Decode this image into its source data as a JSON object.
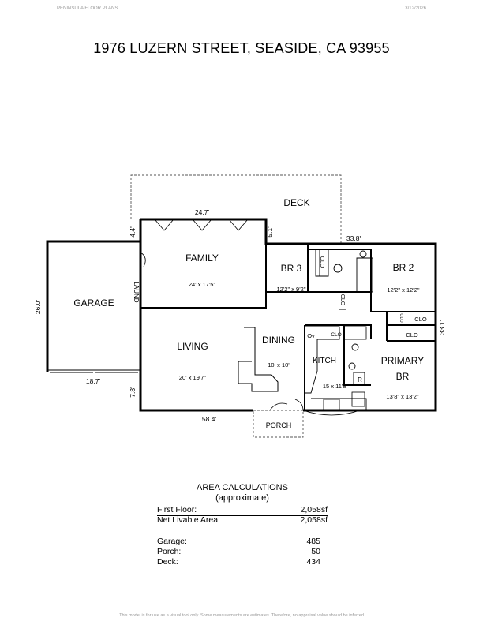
{
  "header": {
    "left": "PENINSULA FLOOR PLANS",
    "right": "3/12/2026"
  },
  "title": "1976 LUZERN STREET, SEASIDE, CA 93955",
  "plan": {
    "rooms": {
      "deck": "DECK",
      "family": "FAMILY",
      "family_dim": "24' x 17'5\"",
      "br3": "BR 3",
      "br3_dim": "12'2\" x 9'2\"",
      "br2": "BR 2",
      "br2_dim": "12'2\" x 12'2\"",
      "garage": "GARAGE",
      "laund": "LAUND",
      "living": "LIVING",
      "living_dim": "20' x 19'7\"",
      "dining": "DINING",
      "dining_dim": "10' x 10'",
      "kitch": "KITCH",
      "kitch_dim": "15 x 11'8\"",
      "primary": "PRIMARY",
      "primary_br": "BR",
      "primary_dim": "13'8\" x 13'2\"",
      "porch": "PORCH"
    },
    "labels": {
      "clo_br3": "CLO",
      "clo_bath": "CLO",
      "clo_1": "CLO",
      "clo_2": "CLO",
      "clo_small": "CLO",
      "clo_kitch": "CLO",
      "oven": "Ov",
      "fridge": "R"
    },
    "dimensions": {
      "d_24_7": "24.7'",
      "d_4_4": "4.4'",
      "d_5_1": "5.1'",
      "d_33_8": "33.8'",
      "d_26_0": "26.0'",
      "d_18_7": "18.7'",
      "d_7_8": "7.8'",
      "d_58_4": "58.4'",
      "d_33_1": "33.1'"
    }
  },
  "area": {
    "title": "AREA CALCULATIONS",
    "subtitle": "(approximate)",
    "rows": [
      {
        "label": "First Floor:",
        "value": "2,058sf"
      },
      {
        "label": "Net Livable Area:",
        "value": "2,058sf"
      },
      {
        "label": "Garage:",
        "value": "485"
      },
      {
        "label": "Porch:",
        "value": "50"
      },
      {
        "label": "Deck:",
        "value": "434"
      }
    ]
  },
  "footer": "This model is for use as a visual tool only. Some measurements are estimates. Therefore, no appraisal value should be inferred"
}
